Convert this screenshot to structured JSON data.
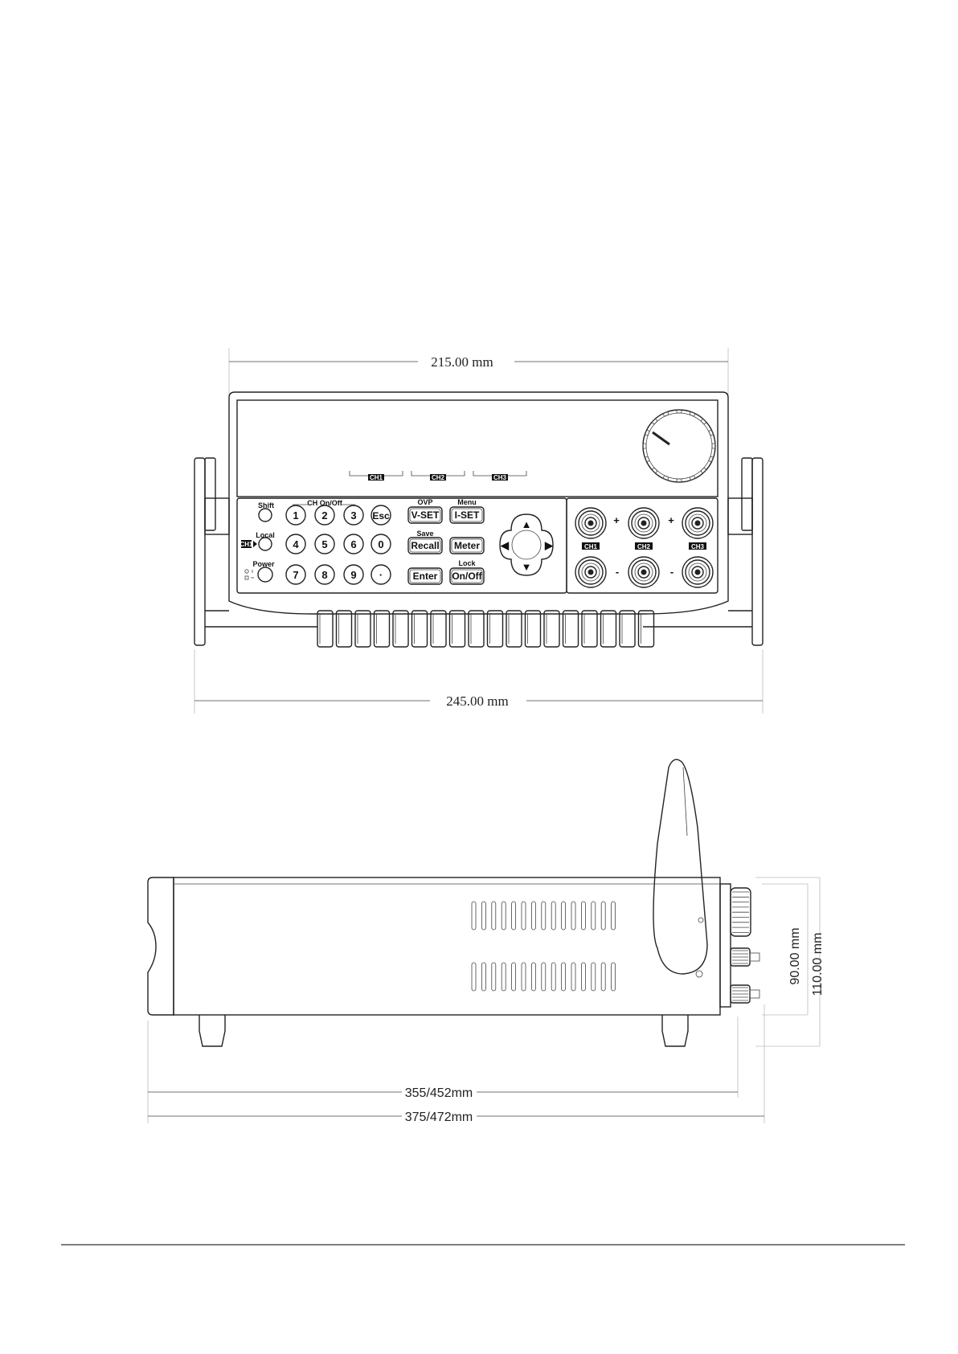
{
  "front_view": {
    "width_top": "215.00 mm",
    "width_bottom": "245.00 mm",
    "display_channels": [
      "CH1",
      "CH2",
      "CH3"
    ],
    "ch_on_off_label": "CH On/Off",
    "side_labels": {
      "shift": "Shift",
      "local": "Local",
      "power": "Power",
      "ch_indicator": "CH1"
    },
    "number_keys": [
      [
        "1",
        "2",
        "3",
        "Esc"
      ],
      [
        "4",
        "5",
        "6",
        "0"
      ],
      [
        "7",
        "8",
        "9",
        "·"
      ]
    ],
    "function_keys": {
      "ovp": "OVP",
      "menu": "Menu",
      "save": "Save",
      "lock": "Lock",
      "v_set": "V-SET",
      "i_set": "I-SET",
      "recall": "Recall",
      "meter": "Meter",
      "enter": "Enter",
      "on_off": "On/Off"
    },
    "arrows": {
      "up": "▲",
      "down": "▼",
      "left": "◀",
      "right": "▶"
    },
    "terminal_labels": [
      "CH1",
      "CH2",
      "CH3"
    ],
    "plus": "+",
    "minus": "-"
  },
  "side_view": {
    "height_inner": "90.00 mm",
    "height_outer": "110.00 mm",
    "depth_inner": "355/452mm",
    "depth_outer": "375/472mm"
  }
}
